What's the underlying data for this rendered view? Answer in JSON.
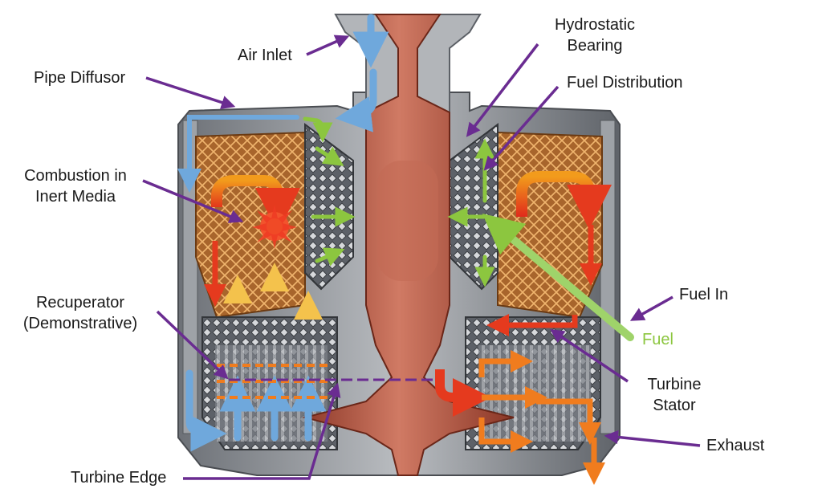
{
  "labels": {
    "air_inlet": "Air Inlet",
    "pipe_diffusor": "Pipe Diffusor",
    "combustion_line1": "Combustion in",
    "combustion_line2": "Inert Media",
    "recuperator_line1": "Recuperator",
    "recuperator_line2": "(Demonstrative)",
    "turbine_edge": "Turbine Edge",
    "hydrostatic_line1": "Hydrostatic",
    "hydrostatic_line2": "Bearing",
    "fuel_distribution": "Fuel Distribution",
    "fuel_in": "Fuel In",
    "fuel": "Fuel",
    "turbine_stator_line1": "Turbine",
    "turbine_stator_line2": "Stator",
    "exhaust": "Exhaust"
  },
  "colors": {
    "leader": "#6a2c91",
    "air_flow": "#6fa8dc",
    "fuel_flow": "#8cc63f",
    "hot_flow": "#e53a1e",
    "exhaust_flow": "#f07c1e",
    "rotor": "#b5533f",
    "housing": "#8c9096",
    "lattice": "#c98a4a"
  }
}
